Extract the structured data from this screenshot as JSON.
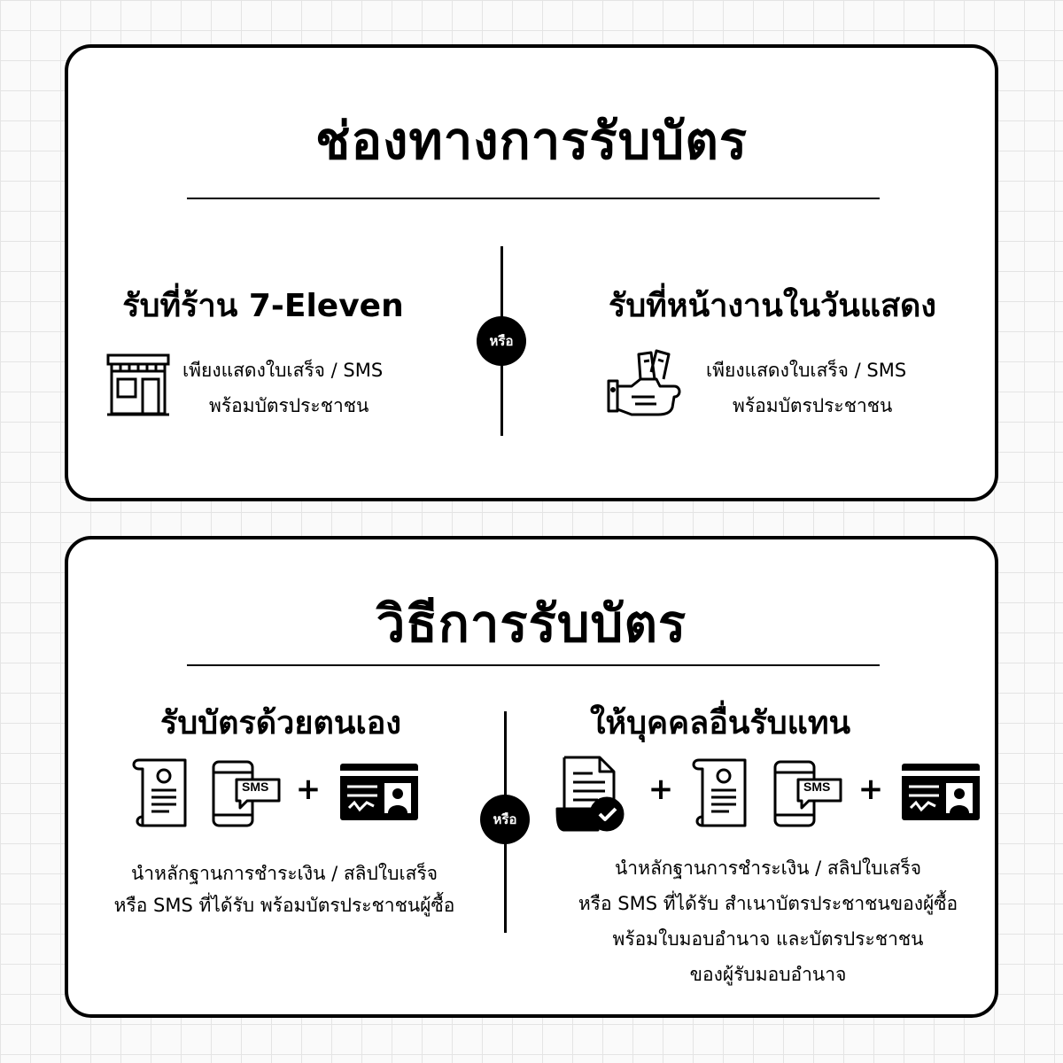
{
  "pickup_channels": {
    "title": "ช่องทางการรับบัตร",
    "or_label": "หรือ",
    "left": {
      "title": "รับที่ร้าน 7-Eleven",
      "lines": [
        "เพียงแสดงใบเสร็จ / SMS",
        "พร้อมบัตรประชาชน"
      ]
    },
    "right": {
      "title": "รับที่หน้างานในวันแสดง",
      "lines": [
        "เพียงแสดงใบเสร็จ / SMS",
        "พร้อมบัตรประชาชน"
      ]
    }
  },
  "pickup_methods": {
    "title": "วิธีการรับบัตร",
    "or_label": "หรือ",
    "left": {
      "title": "รับบัตรด้วยตนเอง",
      "sms_label": "SMS",
      "plus": "+",
      "lines": [
        "นำหลักฐานการชำระเงิน / สลิปใบเสร็จ",
        "หรือ SMS ที่ได้รับ พร้อมบัตรประชาชนผู้ซื้อ"
      ]
    },
    "right": {
      "title": "ให้บุคคลอื่นรับแทน",
      "sms_label": "SMS",
      "plus": "+",
      "lines": [
        "นำหลักฐานการชำระเงิน / สลิปใบเสร็จ",
        "หรือ SMS ที่ได้รับ สำเนาบัตรประชาชนของผู้ซื้อ",
        "พร้อมใบมอบอำนาจ และบัตรประชาชน",
        "ของผู้รับมอบอำนาจ"
      ]
    }
  },
  "icons": {
    "store": "convenience-store-icon",
    "hand_ticket": "hand-holding-ticket-icon",
    "receipt": "receipt-icon",
    "sms_phone": "sms-phone-icon",
    "id_card": "id-card-icon",
    "authorized_document": "approved-document-icon"
  },
  "colors": {
    "ink": "#000000",
    "paper": "#ffffff",
    "grid": "#e4e4e4"
  }
}
